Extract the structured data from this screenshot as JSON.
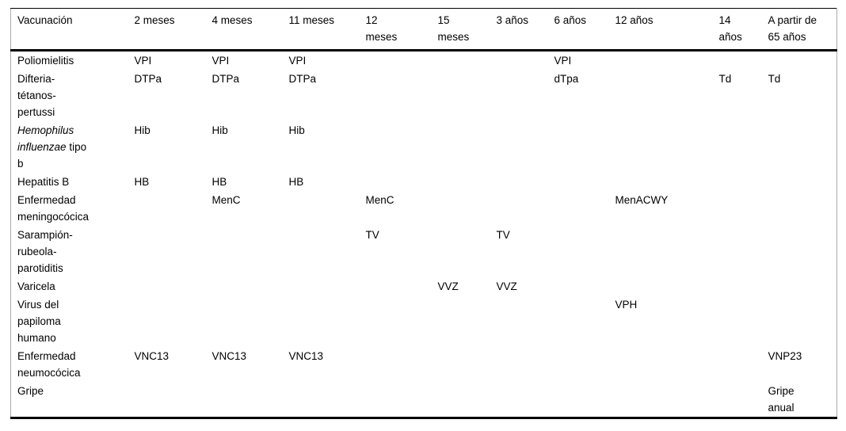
{
  "page": {
    "background_color": "#ffffff",
    "text_color": "#000000",
    "rule_heavy_color": "#000000",
    "rule_light_color": "#ababab"
  },
  "table": {
    "name": "calendario-de-vacunacion",
    "columns": [
      {
        "key": "vacunacion",
        "label": "Vacunación"
      },
      {
        "key": "2-meses",
        "label": "2 meses"
      },
      {
        "key": "4-meses",
        "label": "4 meses"
      },
      {
        "key": "11-meses",
        "label": "11 meses"
      },
      {
        "key": "12-meses",
        "label": "12\nmeses"
      },
      {
        "key": "15-meses",
        "label": "15\nmeses"
      },
      {
        "key": "3-anos",
        "label": "3 años"
      },
      {
        "key": "6-anos",
        "label": "6 años"
      },
      {
        "key": "12-anos",
        "label": "12 años"
      },
      {
        "key": "14-anos",
        "label": "14\naños"
      },
      {
        "key": "65-anos",
        "label": "A partir de\n65 años"
      }
    ],
    "rows": [
      {
        "key": "poliomielitis",
        "label_segments": [
          {
            "text": "Poliomielitis",
            "italic": false
          }
        ],
        "cells": [
          "VPI",
          "VPI",
          "VPI",
          "",
          "",
          "",
          "VPI",
          "",
          "",
          ""
        ]
      },
      {
        "key": "difteria-tetanos-pertussi",
        "label_segments": [
          {
            "text": "Difteria-\ntétanos-\npertussi",
            "italic": false
          }
        ],
        "cells": [
          "DTPa",
          "DTPa",
          "DTPa",
          "",
          "",
          "",
          "dTpa",
          "",
          "Td",
          "Td"
        ]
      },
      {
        "key": "hemophilus-influenzae-tipo-b",
        "label_segments": [
          {
            "text": "Hemophilus\ninfluenzae",
            "italic": true
          },
          {
            "text": " tipo\nb",
            "italic": false
          }
        ],
        "cells": [
          "Hib",
          "Hib",
          "Hib",
          "",
          "",
          "",
          "",
          "",
          "",
          ""
        ]
      },
      {
        "key": "hepatitis-b",
        "label_segments": [
          {
            "text": "Hepatitis B",
            "italic": false
          }
        ],
        "cells": [
          "HB",
          "HB",
          "HB",
          "",
          "",
          "",
          "",
          "",
          "",
          ""
        ]
      },
      {
        "key": "enfermedad-meningococica",
        "label_segments": [
          {
            "text": "Enfermedad\nmeningocócica",
            "italic": false
          }
        ],
        "cells": [
          "",
          "MenC",
          "",
          "MenC",
          "",
          "",
          "",
          "MenACWY",
          "",
          ""
        ]
      },
      {
        "key": "sarampion-rubeola-parotiditis",
        "label_segments": [
          {
            "text": "Sarampión-\nrubeola-\nparotiditis",
            "italic": false
          }
        ],
        "cells": [
          "",
          "",
          "",
          "TV",
          "",
          "TV",
          "",
          "",
          "",
          ""
        ]
      },
      {
        "key": "varicela",
        "label_segments": [
          {
            "text": "Varicela",
            "italic": false
          }
        ],
        "cells": [
          "",
          "",
          "",
          "",
          "VVZ",
          "VVZ",
          "",
          "",
          "",
          ""
        ]
      },
      {
        "key": "virus-del-papiloma-humano",
        "label_segments": [
          {
            "text": "Virus del\npapiloma\nhumano",
            "italic": false
          }
        ],
        "cells": [
          "",
          "",
          "",
          "",
          "",
          "",
          "",
          "VPH",
          "",
          ""
        ]
      },
      {
        "key": "enfermedad-neumococica",
        "label_segments": [
          {
            "text": "Enfermedad\nneumocócica",
            "italic": false
          }
        ],
        "cells": [
          "VNC13",
          "VNC13",
          "VNC13",
          "",
          "",
          "",
          "",
          "",
          "",
          "VNP23"
        ]
      },
      {
        "key": "gripe",
        "label_segments": [
          {
            "text": "Gripe",
            "italic": false
          }
        ],
        "cells": [
          "",
          "",
          "",
          "",
          "",
          "",
          "",
          "",
          "",
          "Gripe\nanual"
        ]
      }
    ]
  }
}
